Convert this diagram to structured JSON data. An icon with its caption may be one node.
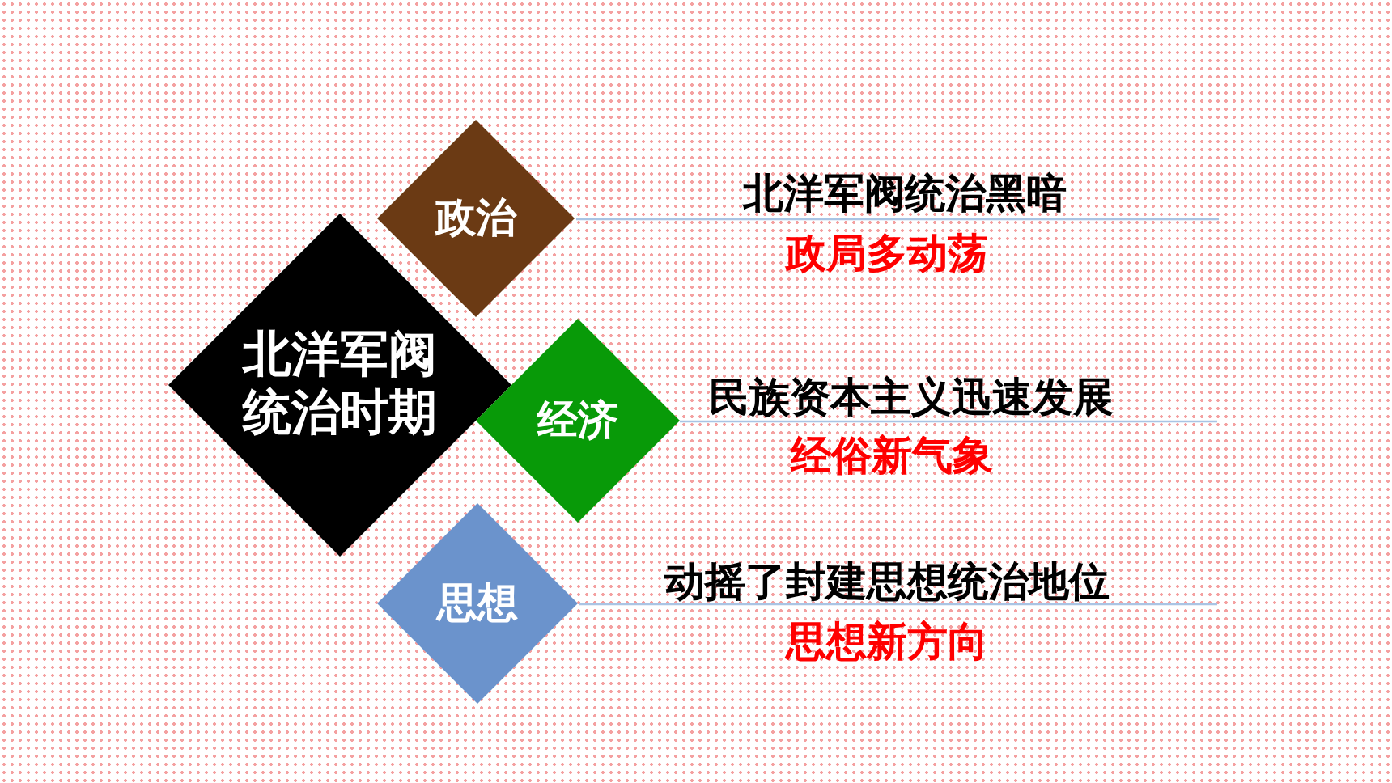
{
  "diagram": {
    "nodes": [
      {
        "text": [
          "北洋军阀统治时期"
        ]
      },
      {
        "text": [
          "政治"
        ],
        "beside": [
          "北洋军阀统治黑暗",
          "政局多动荡"
        ]
      },
      {
        "text": [
          "经济"
        ],
        "beside": [
          "民族资本主义迅速发展",
          "经俗新气象"
        ]
      },
      {
        "text": [
          "思想"
        ],
        "beside": [
          "动摇了封建思想统治地位",
          "思想新方向"
        ]
      }
    ]
  }
}
